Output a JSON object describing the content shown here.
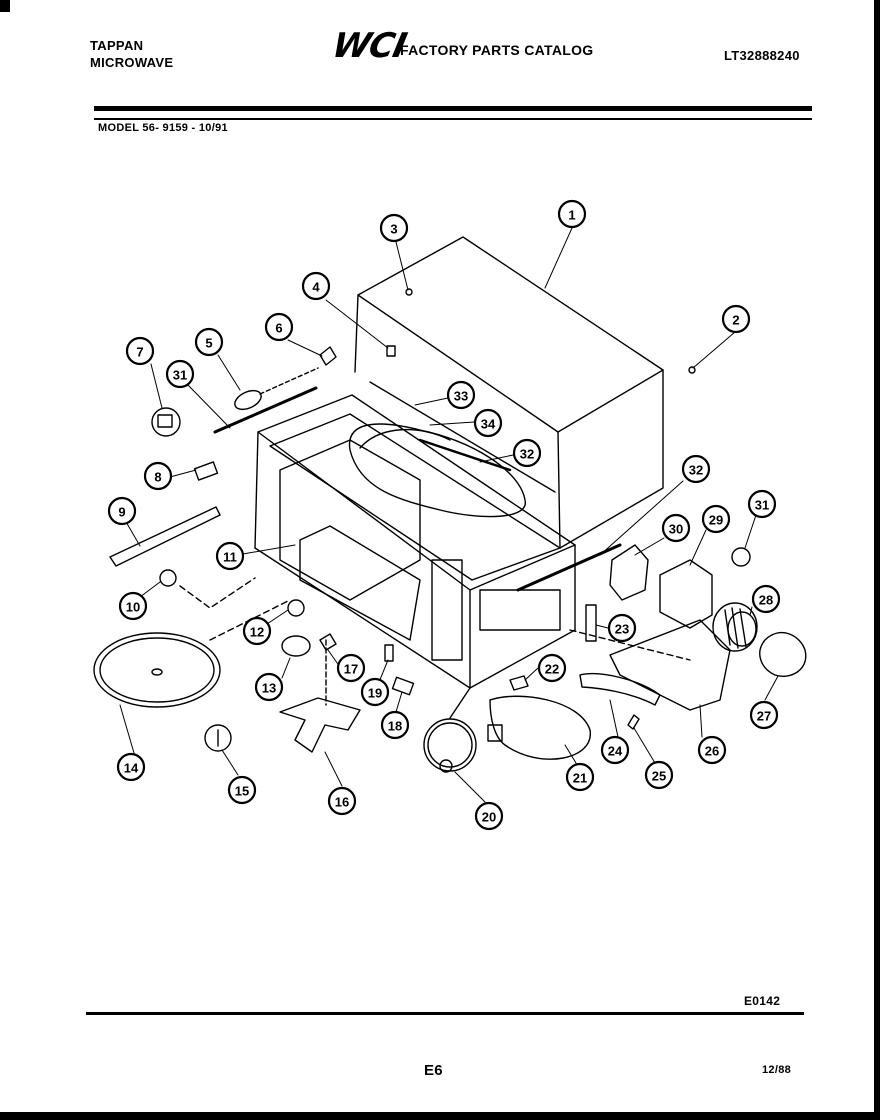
{
  "header": {
    "brand_line1": "TAPPAN",
    "brand_line2": "MICROWAVE",
    "logo_text": "WCI",
    "catalog_title": "FACTORY PARTS CATALOG",
    "catalog_number": "LT32888240",
    "model_line": "MODEL 56- 9159 - 10/91"
  },
  "callouts": [
    {
      "num": "1"
    },
    {
      "num": "2"
    },
    {
      "num": "3"
    },
    {
      "num": "4"
    },
    {
      "num": "5"
    },
    {
      "num": "6"
    },
    {
      "num": "7"
    },
    {
      "num": "31"
    },
    {
      "num": "33"
    },
    {
      "num": "34"
    },
    {
      "num": "32"
    },
    {
      "num": "8"
    },
    {
      "num": "32"
    },
    {
      "num": "9"
    },
    {
      "num": "30"
    },
    {
      "num": "29"
    },
    {
      "num": "31"
    },
    {
      "num": "11"
    },
    {
      "num": "10"
    },
    {
      "num": "28"
    },
    {
      "num": "12"
    },
    {
      "num": "23"
    },
    {
      "num": "13"
    },
    {
      "num": "17"
    },
    {
      "num": "22"
    },
    {
      "num": "19"
    },
    {
      "num": "27"
    },
    {
      "num": "18"
    },
    {
      "num": "14"
    },
    {
      "num": "15"
    },
    {
      "num": "24"
    },
    {
      "num": "26"
    },
    {
      "num": "21"
    },
    {
      "num": "25"
    },
    {
      "num": "16"
    },
    {
      "num": "20"
    }
  ],
  "footer": {
    "ref_code": "E0142",
    "page_number": "E6",
    "date": "12/88"
  },
  "colors": {
    "ink": "#000000",
    "paper": "#ffffff"
  }
}
